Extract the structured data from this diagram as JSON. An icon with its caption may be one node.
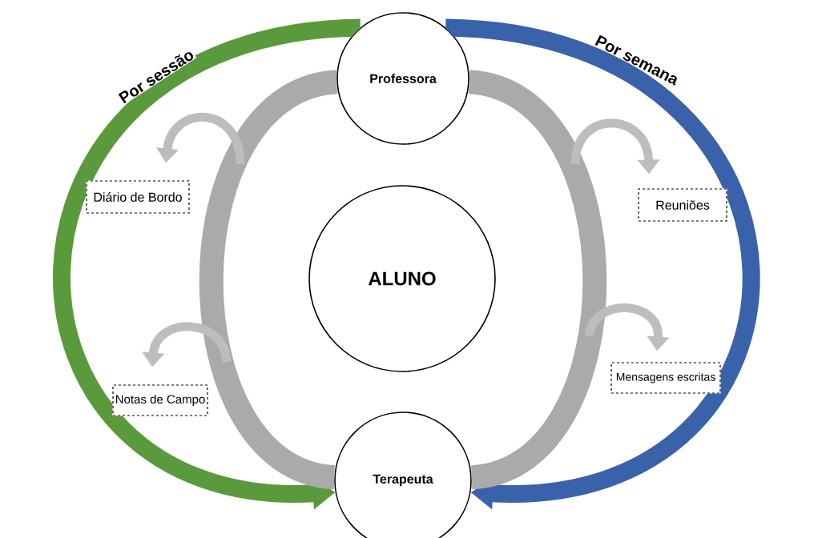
{
  "diagram": {
    "nodes": [
      {
        "text": [
          "Professora"
        ]
      },
      {
        "text": [
          "ALUNO"
        ]
      },
      {
        "text": [
          "Terapeuta"
        ]
      },
      {
        "text": [
          "Diário de Bordo"
        ]
      },
      {
        "text": [
          "Reuniões"
        ]
      },
      {
        "text": [
          "Notas de Campo"
        ]
      },
      {
        "text": [
          "Mensagens escritas"
        ]
      }
    ],
    "edges": [
      {
        "from": 0,
        "to": 2,
        "arrow": "to",
        "label": "Por sessão",
        "style": "thick",
        "color": "#5b9a3c"
      },
      {
        "from": 0,
        "to": 2,
        "arrow": "to",
        "label": "Por semana",
        "style": "thick",
        "color": "#3a62aa"
      },
      {
        "from": 0,
        "to": 2,
        "arrow": "none",
        "style": "thick",
        "color": "#aaaaaa"
      },
      {
        "from": 0,
        "to": 2,
        "arrow": "none",
        "style": "thick",
        "color": "#aaaaaa"
      },
      {
        "from": null,
        "to": 3,
        "arrow": "to",
        "color": "#bdbdbd"
      },
      {
        "from": null,
        "to": 4,
        "arrow": "to",
        "color": "#bdbdbd"
      },
      {
        "from": null,
        "to": 5,
        "arrow": "to",
        "color": "#bdbdbd"
      },
      {
        "from": null,
        "to": 6,
        "arrow": "to",
        "color": "#bdbdbd"
      }
    ]
  }
}
